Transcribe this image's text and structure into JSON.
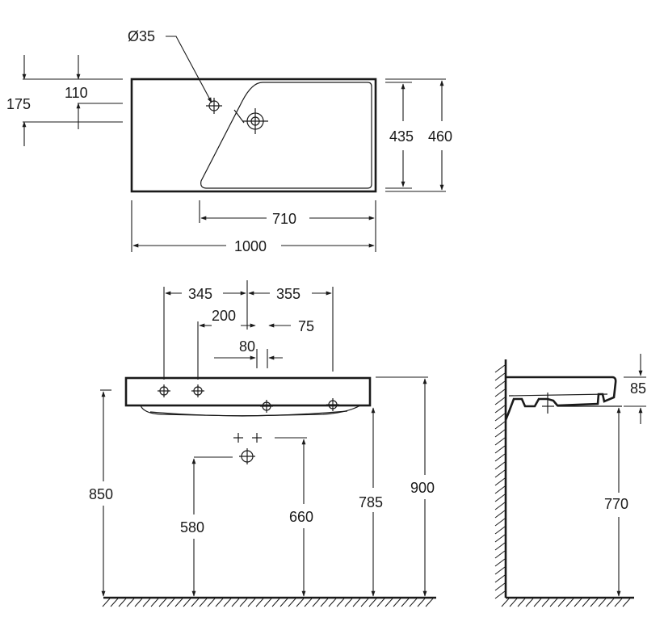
{
  "top_view": {
    "hole_diameter": "Ø35",
    "dim_110": "110",
    "dim_175": "175",
    "dim_435": "435",
    "dim_460": "460",
    "dim_710": "710",
    "dim_1000": "1000"
  },
  "front_view": {
    "dim_345": "345",
    "dim_355": "355",
    "dim_200": "200",
    "dim_75": "75",
    "dim_80": "80",
    "dim_850": "850",
    "dim_580": "580",
    "dim_660": "660",
    "dim_785": "785",
    "dim_900": "900"
  },
  "side_view": {
    "dim_85": "85",
    "dim_770": "770"
  }
}
